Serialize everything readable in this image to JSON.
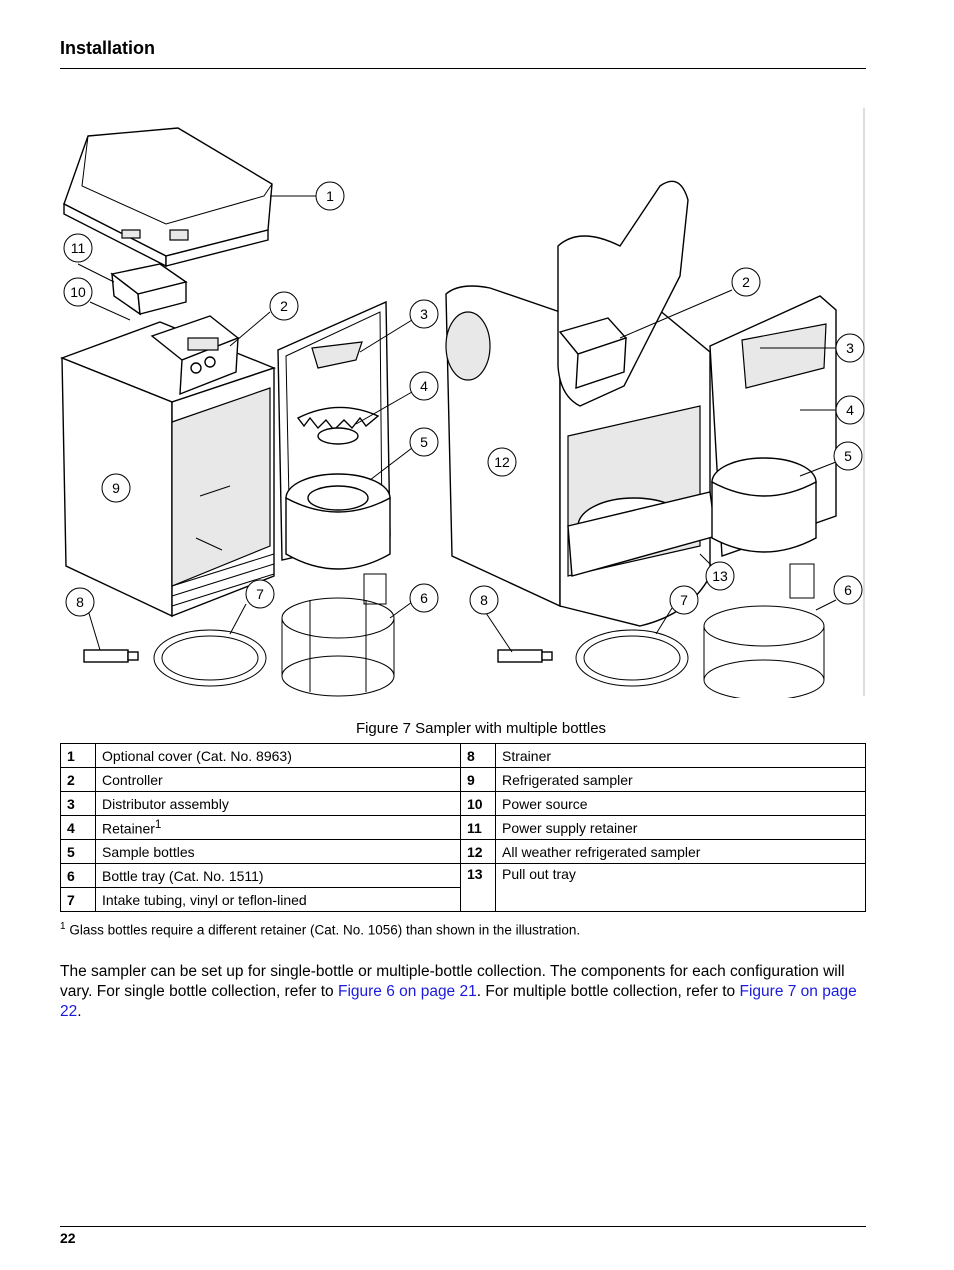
{
  "header": {
    "title": "Installation"
  },
  "figure": {
    "caption": "Figure 7  Sampler with multiple bottles",
    "callouts_left": [
      "1",
      "11",
      "10",
      "2",
      "3",
      "4",
      "5",
      "9",
      "8",
      "7",
      "6"
    ],
    "callouts_right": [
      "2",
      "3",
      "4",
      "5",
      "12",
      "13",
      "8",
      "7",
      "6"
    ]
  },
  "legend": {
    "rows": [
      {
        "ln": "1",
        "ll": "Optional cover (Cat. No. 8963)",
        "rn": "8",
        "rl": "Strainer"
      },
      {
        "ln": "2",
        "ll": "Controller",
        "rn": "9",
        "rl": "Refrigerated sampler"
      },
      {
        "ln": "3",
        "ll": "Distributor assembly",
        "rn": "10",
        "rl": "Power source"
      },
      {
        "ln": "4",
        "ll": "Retainer",
        "lsup": "1",
        "rn": "11",
        "rl": "Power supply retainer"
      },
      {
        "ln": "5",
        "ll": "Sample bottles",
        "rn": "12",
        "rl": "All weather refrigerated sampler"
      },
      {
        "ln": "6",
        "ll": "Bottle tray (Cat. No. 1511)",
        "rn": "13",
        "rl": "Pull out tray"
      },
      {
        "ln": "7",
        "ll": "Intake tubing, vinyl or teflon-lined"
      }
    ]
  },
  "footnote": {
    "mark": "1",
    "text": "Glass bottles require a different retainer (Cat. No. 1056) than shown in the illustration."
  },
  "body": {
    "p1": "The sampler can be set up for single-bottle or multiple-bottle collection. The components for each configuration will vary. For single bottle collection, refer to ",
    "link1": "Figure 6 on page 21",
    "p2": ". For multiple bottle collection, refer to ",
    "link2": "Figure 7 on page 22",
    "p3": "."
  },
  "footer": {
    "page": "22"
  }
}
